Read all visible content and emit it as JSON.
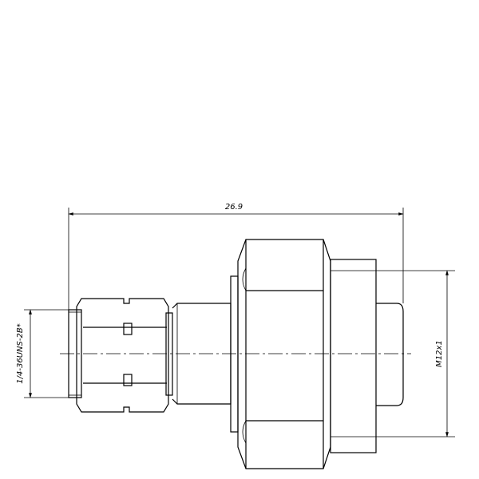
{
  "drawing": {
    "dimensions": {
      "overall_length": "26.9",
      "left_thread": "1/4-36UNS-2B*",
      "right_thread": "M12x1"
    },
    "colors": {
      "line": "#000000",
      "background": "#ffffff"
    }
  }
}
